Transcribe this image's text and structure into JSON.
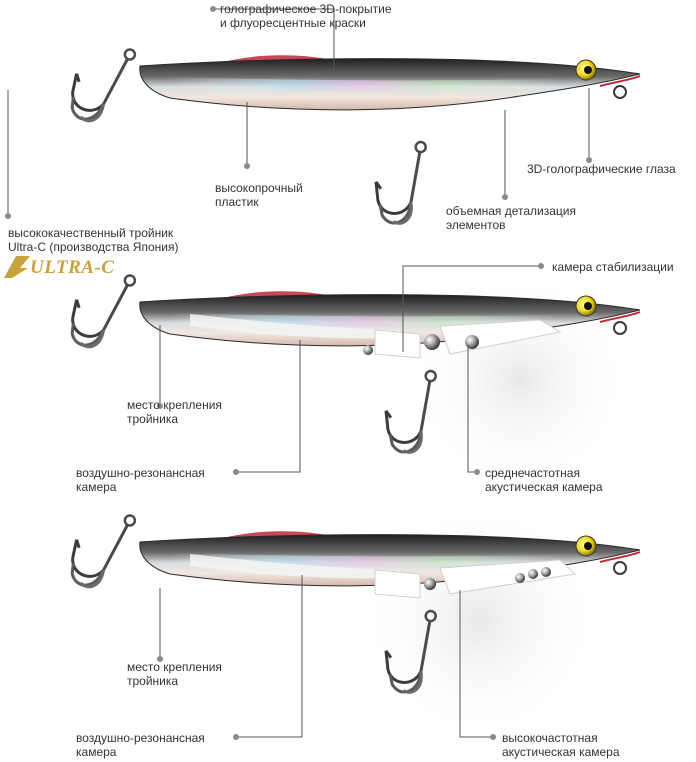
{
  "labels": {
    "top": {
      "hologram": "голографическое 3D-покрытие\nи флуоресцентные краски",
      "plastic": "высокопрочный\nпластик",
      "eyes": "3D-голографические глаза",
      "detail": "объемная детализация\nэлементов",
      "hook": "высококачественный тройник\nUltra-C (производства Япония)"
    },
    "middle": {
      "stab": "камера стабилизации",
      "mount": "место крепления\nтройника",
      "air": "воздушно-резонансная\nкамера",
      "mid_freq": "среднечастотная\nакустическая камера"
    },
    "bottom": {
      "mount": "место крепления\nтройника",
      "air": "воздушно-резонансная\nкамера",
      "high_freq": "высокочастотная\nакустическая камера"
    }
  },
  "logo": {
    "text": "ULTRA-C"
  },
  "colors": {
    "label_text": "#333333",
    "leader_line": "#555555",
    "dot": "#8a8a8a",
    "fish_back": "#2a2a2a",
    "fish_belly": "#e9ddd6",
    "fin_red": "#c0263a",
    "eye_yellow": "#f0d820",
    "logo_gold": "#c9a23a"
  }
}
